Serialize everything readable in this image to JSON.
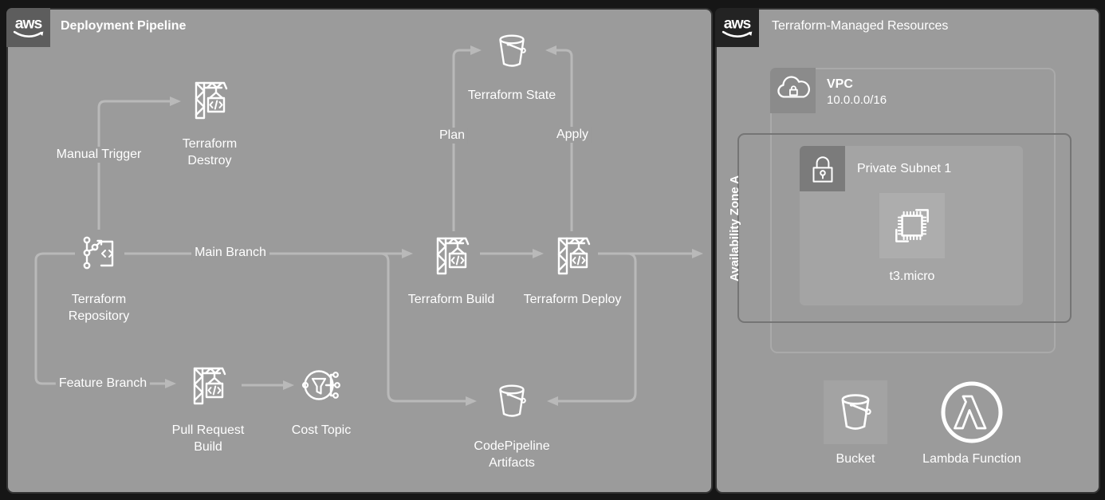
{
  "colors": {
    "canvas_bg": "#161616",
    "panel_bg": "#9b9b9b",
    "panel_border": "#343434",
    "left_badge_bg": "#5d5d5d",
    "right_badge_bg": "#232323",
    "edge_line": "#b9b9b9",
    "text": "#ffffff",
    "vpc_border": "#aaaaaa",
    "az_border": "#757575",
    "subnet_bg": "#a4a4a4",
    "dark_icon_square": "#7b7b7b",
    "vpc_icon_square": "#8b8b8b",
    "tile_bg": "#adadad"
  },
  "left_panel": {
    "logo": "aws",
    "title": "Deployment Pipeline",
    "edge_labels": {
      "manual_trigger": "Manual Trigger",
      "main_branch": "Main Branch",
      "feature_branch": "Feature Branch",
      "plan": "Plan",
      "apply": "Apply"
    },
    "nodes": {
      "terraform_destroy": {
        "line1": "Terraform",
        "line2": "Destroy"
      },
      "terraform_repository": {
        "line1": "Terraform",
        "line2": "Repository"
      },
      "terraform_build": {
        "line1": "Terraform Build"
      },
      "terraform_deploy": {
        "line1": "Terraform Deploy"
      },
      "terraform_state": {
        "line1": "Terraform State"
      },
      "codepipeline_artifacts": {
        "line1": "CodePipeline",
        "line2": "Artifacts"
      },
      "pull_request_build": {
        "line1": "Pull Request",
        "line2": "Build"
      },
      "cost_topic": {
        "line1": "Cost Topic"
      }
    }
  },
  "right_panel": {
    "logo": "aws",
    "title": "Terraform-Managed Resources",
    "vpc": {
      "label": "VPC",
      "cidr": "10.0.0.0/16"
    },
    "availability_zone": {
      "label": "Availability Zone A"
    },
    "subnet": {
      "label": "Private Subnet 1"
    },
    "ec2_instance": {
      "label": "t3.micro"
    },
    "bucket": {
      "label": "Bucket"
    },
    "lambda": {
      "label": "Lambda Function"
    }
  }
}
